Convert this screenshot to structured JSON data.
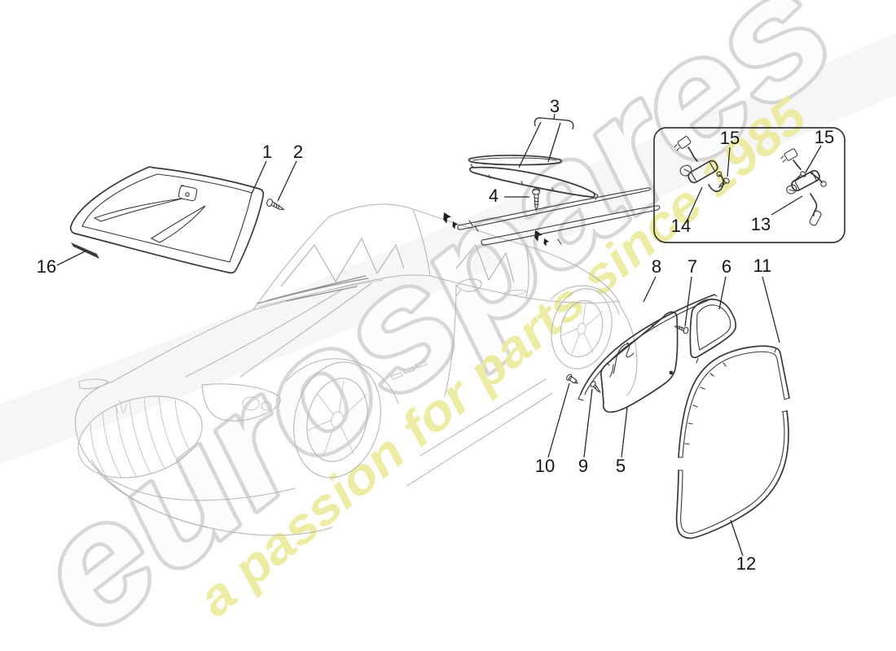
{
  "watermark": {
    "brand": "eurospares",
    "tagline": "a passion for parts since 1985",
    "brand_fill": "#ffffff",
    "brand_outline_color": "#d4d4d4",
    "tagline_color": "#edeb9f"
  },
  "colors": {
    "background": "#ffffff",
    "part_line": "#383838",
    "car_sketch_line": "#b7b7b7",
    "label_text": "#151515"
  },
  "diagram": {
    "description_parts_shown": [
      "windscreen",
      "windscreen fastener",
      "rear window trims",
      "rear trim screw",
      "door window glass",
      "quarter glass",
      "quarter glass screw",
      "window strip",
      "glass screw",
      "glass clip",
      "door seal upper",
      "door seal lower",
      "regulator cable right",
      "regulator cable left",
      "cable screw",
      "windscreen lower strip"
    ]
  },
  "callouts": [
    {
      "label": "1"
    },
    {
      "label": "2"
    },
    {
      "label": "3"
    },
    {
      "label": "4"
    },
    {
      "label": "5"
    },
    {
      "label": "6"
    },
    {
      "label": "7"
    },
    {
      "label": "8"
    },
    {
      "label": "9"
    },
    {
      "label": "10"
    },
    {
      "label": "11"
    },
    {
      "label": "12"
    },
    {
      "label": "13"
    },
    {
      "label": "14"
    },
    {
      "label": "15"
    },
    {
      "label": "15"
    },
    {
      "label": "16"
    }
  ]
}
